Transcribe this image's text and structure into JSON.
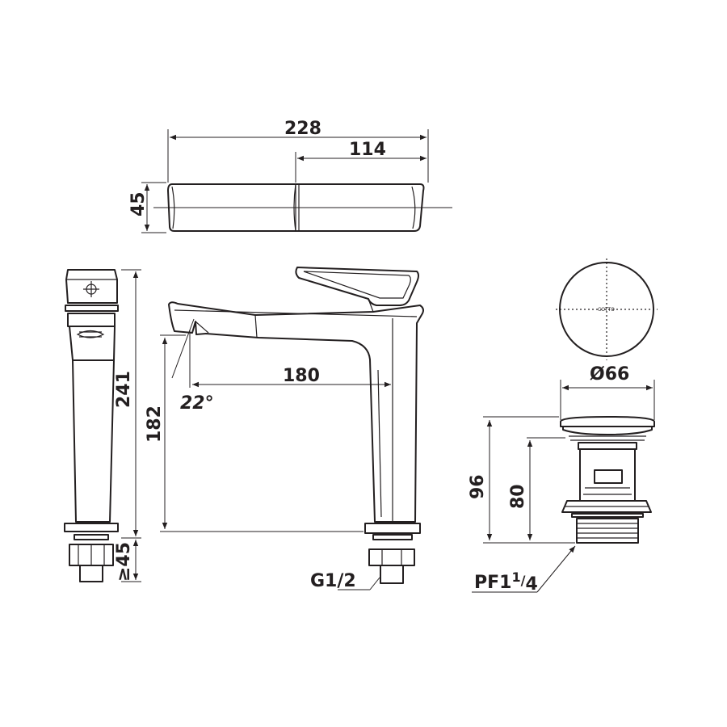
{
  "dimensions": {
    "top_total_length": "228",
    "top_half_length": "114",
    "top_height": "45",
    "side_total_height": "241",
    "side_bottom_min": "≥45",
    "spout_reach": "180",
    "spout_angle": "22°",
    "spout_height": "182",
    "faucet_thread": "G1/2",
    "drain_diameter": "Ø66",
    "drain_total_height": "96",
    "drain_body_height": "80",
    "drain_thread_main": "PF1",
    "drain_thread_num": "1",
    "drain_thread_den": "4"
  },
  "drain_cap_logo": "COTTO"
}
